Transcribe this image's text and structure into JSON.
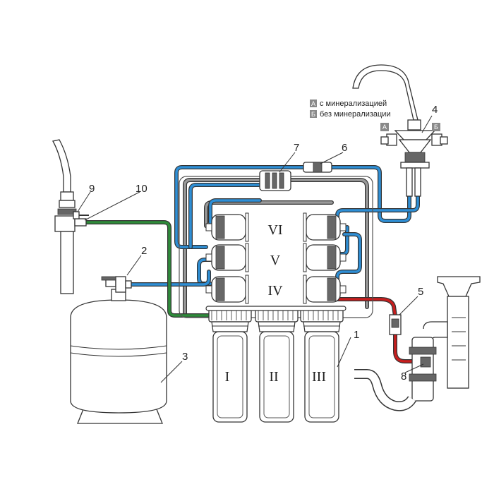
{
  "legend": {
    "a_mark": "А",
    "a_text": "с минерализацией",
    "b_mark": "Б",
    "b_text": "без минерализации"
  },
  "faucet_marks": {
    "left": "А",
    "right": "Б"
  },
  "callouts": [
    "1",
    "2",
    "3",
    "4",
    "5",
    "6",
    "7",
    "8",
    "9",
    "10"
  ],
  "stages": {
    "lower": [
      "I",
      "II",
      "III"
    ],
    "upper": [
      "IV",
      "V",
      "VI"
    ]
  },
  "colors": {
    "blue_tube": "#2e8fd6",
    "red_tube": "#c81e1e",
    "green_tube": "#2e8b3a",
    "gray_tube": "#9a9a9a",
    "legend_box": "#8a8a8a"
  }
}
